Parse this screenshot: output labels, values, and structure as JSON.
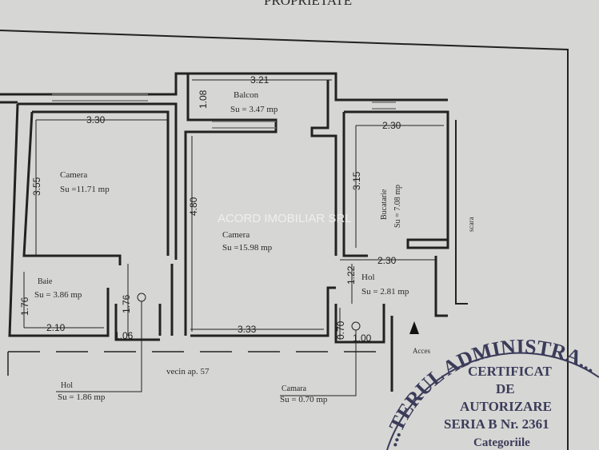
{
  "header": {
    "title_partial": "PROPRIETATE"
  },
  "rooms": [
    {
      "name": "Camera",
      "area": "Su =11.71 mp"
    },
    {
      "name": "Balcon",
      "area": "Su = 3.47 mp"
    },
    {
      "name": "Camera",
      "area": "Su =15.98 mp"
    },
    {
      "name": "Bucatarie",
      "area": "Su = 7.08 mp"
    },
    {
      "name": "Hol",
      "area": "Su = 2.81 mp"
    },
    {
      "name": "Baie",
      "area": "Su = 3.86 mp"
    },
    {
      "name": "Hol",
      "area": "Su = 1.86 mp"
    },
    {
      "name": "Camara",
      "area": "Su = 0.70 mp"
    }
  ],
  "dimensions": [
    "3.30",
    "3.55",
    "3.21",
    "1.08",
    "4.80",
    "2.30",
    "3.15",
    "2.30",
    "1.22",
    "1.76",
    "2.10",
    "1.76",
    "1.06",
    "3.33",
    "0.70",
    "1.00"
  ],
  "labels": {
    "neighbor": "vecin ap. 57",
    "access": "Acces",
    "stair": "scara"
  },
  "watermark": "ACORD IMOBILIAR SRL",
  "stamp": {
    "ring": "...TERUL ADMINISTRA...",
    "line1": "CERTIFICAT",
    "line2": "DE",
    "line3": "AUTORIZARE",
    "line4": "SERIA B Nr. 2361",
    "line5": "Categoriile"
  },
  "colors": {
    "paper": "#d6d6d4",
    "ink": "#222222",
    "stamp": "#3b3b5a"
  }
}
